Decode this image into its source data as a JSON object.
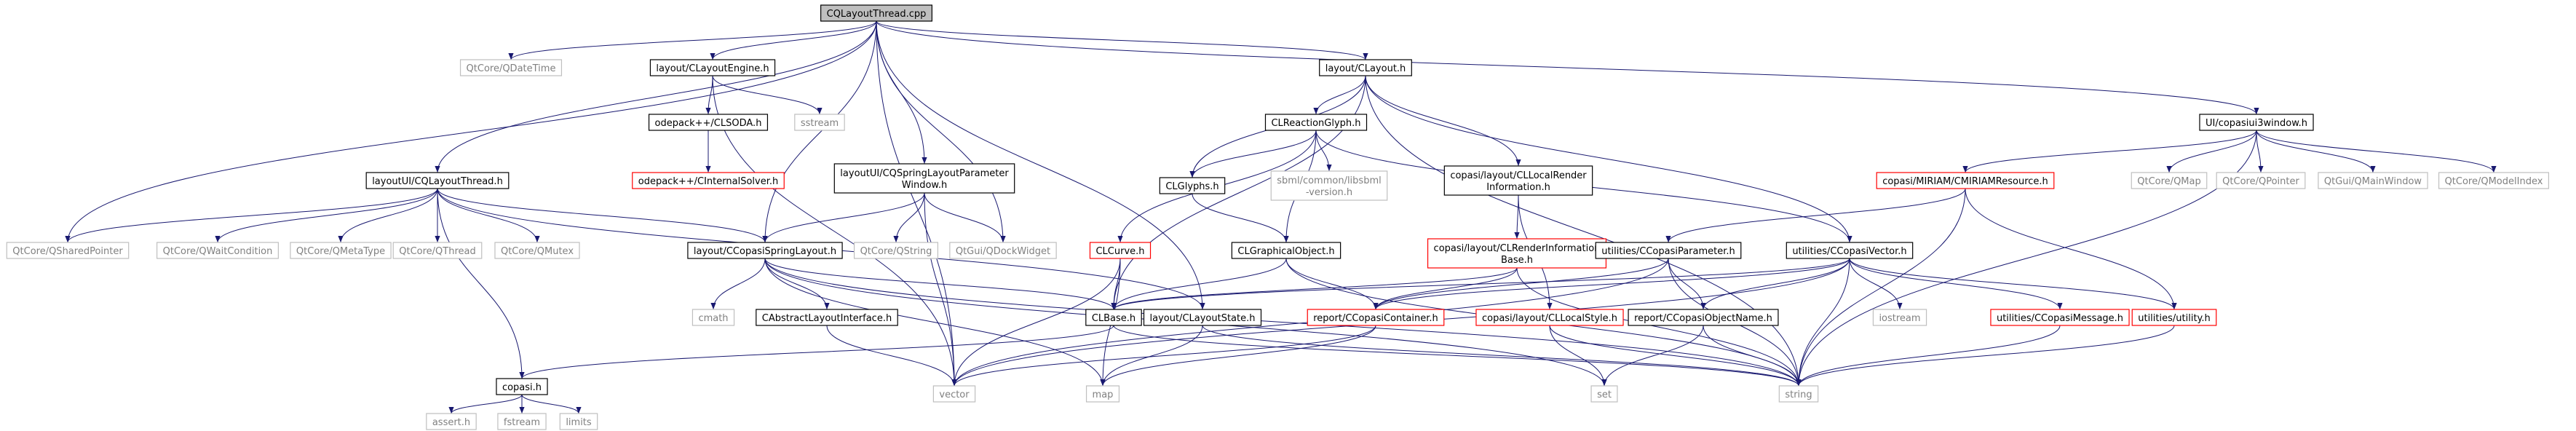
{
  "colors": {
    "edge": "#191970",
    "root_fill": "#bfbfbf",
    "root_border": "#000000",
    "local_border": "#000000",
    "system_border": "#bfbfbf",
    "missing_border": "#ff0000",
    "text": "#000000",
    "system_text": "#808080"
  },
  "nodes": [
    {
      "id": "root",
      "label": "CQLayoutThread.cpp",
      "kind": "root"
    },
    {
      "id": "qdatetime",
      "label": "QtCore/QDateTime",
      "kind": "system"
    },
    {
      "id": "clayoutengine",
      "label": "layout/CLayoutEngine.h",
      "kind": "local"
    },
    {
      "id": "clayout",
      "label": "layout/CLayout.h",
      "kind": "local"
    },
    {
      "id": "cqlayoutthread_h",
      "label": "layoutUI/CQLayoutThread.h",
      "kind": "local"
    },
    {
      "id": "clsoda",
      "label": "odepack++/CLSODA.h",
      "kind": "local"
    },
    {
      "id": "sstream",
      "label": "sstream",
      "kind": "system"
    },
    {
      "id": "cinternalsolver",
      "label": "odepack++/CInternalSolver.h",
      "kind": "missing"
    },
    {
      "id": "creactionglyph",
      "label": "CLReactionGlyph.h",
      "kind": "local"
    },
    {
      "id": "copasiui3window",
      "label": "UI/copasiui3window.h",
      "kind": "local"
    },
    {
      "id": "cqspringparamwindow",
      "label": [
        "layoutUI/CQSpringLayoutParameter",
        "Window.h"
      ],
      "kind": "local"
    },
    {
      "id": "clglyphs",
      "label": "CLGlyphs.h",
      "kind": "local"
    },
    {
      "id": "sbml_libsbml",
      "label": [
        "sbml/common/libsbml",
        "-version.h"
      ],
      "kind": "system"
    },
    {
      "id": "cllocalrenderinfo",
      "label": [
        "copasi/layout/CLLocalRender",
        "Information.h"
      ],
      "kind": "local"
    },
    {
      "id": "cmiriamresource",
      "label": "copasi/MIRIAM/CMIRIAMResource.h",
      "kind": "missing"
    },
    {
      "id": "qmap",
      "label": "QtCore/QMap",
      "kind": "system"
    },
    {
      "id": "qpointer",
      "label": "QtCore/QPointer",
      "kind": "system"
    },
    {
      "id": "qmainwindow",
      "label": "QtGui/QMainWindow",
      "kind": "system"
    },
    {
      "id": "qmodelindex",
      "label": "QtCore/QModelIndex",
      "kind": "system"
    },
    {
      "id": "qsharedpointer",
      "label": "QtCore/QSharedPointer",
      "kind": "system"
    },
    {
      "id": "qwaitcondition",
      "label": "QtCore/QWaitCondition",
      "kind": "system"
    },
    {
      "id": "qmetatype",
      "label": "QtCore/QMetaType",
      "kind": "system"
    },
    {
      "id": "qthread",
      "label": "QtCore/QThread",
      "kind": "system"
    },
    {
      "id": "qmutex",
      "label": "QtCore/QMutex",
      "kind": "system"
    },
    {
      "id": "ccopasispringlayout",
      "label": "layout/CCopasiSpringLayout.h",
      "kind": "local"
    },
    {
      "id": "qstring",
      "label": "QtCore/QString",
      "kind": "system"
    },
    {
      "id": "qdockwidget",
      "label": "QtGui/QDockWidget",
      "kind": "system"
    },
    {
      "id": "clcurve",
      "label": "CLCurve.h",
      "kind": "missing"
    },
    {
      "id": "clgraphicalobject",
      "label": "CLGraphicalObject.h",
      "kind": "local"
    },
    {
      "id": "clrenderinfobase",
      "label": [
        "copasi/layout/CLRenderInformation",
        "Base.h"
      ],
      "kind": "missing"
    },
    {
      "id": "ccopasiparameter",
      "label": "utilities/CCopasiParameter.h",
      "kind": "local"
    },
    {
      "id": "ccopasivector",
      "label": "utilities/CCopasiVector.h",
      "kind": "local"
    },
    {
      "id": "cmath",
      "label": "cmath",
      "kind": "system"
    },
    {
      "id": "cabstractlayoutinterface",
      "label": "CAbstractLayoutInterface.h",
      "kind": "local"
    },
    {
      "id": "clbase",
      "label": "CLBase.h",
      "kind": "local"
    },
    {
      "id": "clayoutstate",
      "label": "layout/CLayoutState.h",
      "kind": "local"
    },
    {
      "id": "ccopasicontainer",
      "label": "report/CCopasiContainer.h",
      "kind": "missing"
    },
    {
      "id": "cllocalstyle",
      "label": "copasi/layout/CLLocalStyle.h",
      "kind": "missing"
    },
    {
      "id": "ccopasiobjectname",
      "label": "report/CCopasiObjectName.h",
      "kind": "local"
    },
    {
      "id": "iostream",
      "label": "iostream",
      "kind": "system"
    },
    {
      "id": "ccopasimessage",
      "label": "utilities/CCopasiMessage.h",
      "kind": "missing"
    },
    {
      "id": "utility",
      "label": "utilities/utility.h",
      "kind": "missing"
    },
    {
      "id": "copasi_h",
      "label": "copasi.h",
      "kind": "local"
    },
    {
      "id": "vector",
      "label": "vector",
      "kind": "system"
    },
    {
      "id": "map",
      "label": "map",
      "kind": "system"
    },
    {
      "id": "set",
      "label": "set",
      "kind": "system"
    },
    {
      "id": "string",
      "label": "string",
      "kind": "system"
    },
    {
      "id": "assert",
      "label": "assert.h",
      "kind": "system"
    },
    {
      "id": "fstream",
      "label": "fstream",
      "kind": "system"
    },
    {
      "id": "limits",
      "label": "limits",
      "kind": "system"
    }
  ],
  "edges": [
    [
      "root",
      "qdatetime"
    ],
    [
      "root",
      "clayoutengine"
    ],
    [
      "root",
      "clayout"
    ],
    [
      "root",
      "cqlayoutthread_h"
    ],
    [
      "root",
      "cqspringparamwindow"
    ],
    [
      "root",
      "copasiui3window"
    ],
    [
      "root",
      "qsharedpointer"
    ],
    [
      "root",
      "qdockwidget"
    ],
    [
      "root",
      "ccopasispringlayout"
    ],
    [
      "root",
      "clayoutstate"
    ],
    [
      "root",
      "vector"
    ],
    [
      "clayoutengine",
      "clsoda"
    ],
    [
      "clayoutengine",
      "sstream"
    ],
    [
      "clayoutengine",
      "vector"
    ],
    [
      "clsoda",
      "cinternalsolver"
    ],
    [
      "clayout",
      "creactionglyph"
    ],
    [
      "clayout",
      "clglyphs"
    ],
    [
      "clayout",
      "cllocalrenderinfo"
    ],
    [
      "clayout",
      "ccopasivector"
    ],
    [
      "clayout",
      "clbase"
    ],
    [
      "clayout",
      "string"
    ],
    [
      "creactionglyph",
      "clglyphs"
    ],
    [
      "creactionglyph",
      "sbml_libsbml"
    ],
    [
      "creactionglyph",
      "clcurve"
    ],
    [
      "creactionglyph",
      "clgraphicalobject"
    ],
    [
      "creactionglyph",
      "ccopasivector"
    ],
    [
      "clglyphs",
      "clgraphicalobject"
    ],
    [
      "cllocalrenderinfo",
      "clrenderinfobase"
    ],
    [
      "cllocalrenderinfo",
      "cllocalstyle"
    ],
    [
      "clrenderinfobase",
      "ccopasicontainer"
    ],
    [
      "clrenderinfobase",
      "clbase"
    ],
    [
      "clrenderinfobase",
      "string"
    ],
    [
      "cllocalstyle",
      "set"
    ],
    [
      "cllocalstyle",
      "string"
    ],
    [
      "clcurve",
      "clbase"
    ],
    [
      "clcurve",
      "vector"
    ],
    [
      "clcurve",
      "map"
    ],
    [
      "clgraphicalobject",
      "clbase"
    ],
    [
      "clgraphicalobject",
      "ccopasicontainer"
    ],
    [
      "clgraphicalobject",
      "string"
    ],
    [
      "copasiui3window",
      "cmiriamresource"
    ],
    [
      "copasiui3window",
      "qmap"
    ],
    [
      "copasiui3window",
      "qpointer"
    ],
    [
      "copasiui3window",
      "qmainwindow"
    ],
    [
      "copasiui3window",
      "qmodelindex"
    ],
    [
      "copasiui3window",
      "string"
    ],
    [
      "cmiriamresource",
      "ccopasiparameter"
    ],
    [
      "cmiriamresource",
      "utility"
    ],
    [
      "cmiriamresource",
      "string"
    ],
    [
      "ccopasiparameter",
      "ccopasicontainer"
    ],
    [
      "ccopasiparameter",
      "ccopasiobjectname"
    ],
    [
      "ccopasiparameter",
      "string"
    ],
    [
      "ccopasiparameter",
      "vector"
    ],
    [
      "ccopasivector",
      "ccopasicontainer"
    ],
    [
      "ccopasivector",
      "ccopasiobjectname"
    ],
    [
      "ccopasivector",
      "iostream"
    ],
    [
      "ccopasivector",
      "ccopasimessage"
    ],
    [
      "ccopasivector",
      "utility"
    ],
    [
      "ccopasivector",
      "string"
    ],
    [
      "ccopasivector",
      "clbase"
    ],
    [
      "ccopasivector",
      "vector"
    ],
    [
      "ccopasiobjectname",
      "string"
    ],
    [
      "ccopasiobjectname",
      "set"
    ],
    [
      "ccopasicontainer",
      "map"
    ],
    [
      "ccopasicontainer",
      "vector"
    ],
    [
      "ccopasimessage",
      "string"
    ],
    [
      "utility",
      "string"
    ],
    [
      "cqlayoutthread_h",
      "qsharedpointer"
    ],
    [
      "cqlayoutthread_h",
      "qwaitcondition"
    ],
    [
      "cqlayoutthread_h",
      "qmetatype"
    ],
    [
      "cqlayoutthread_h",
      "qthread"
    ],
    [
      "cqlayoutthread_h",
      "qmutex"
    ],
    [
      "cqlayoutthread_h",
      "ccopasispringlayout"
    ],
    [
      "cqlayoutthread_h",
      "clayoutstate"
    ],
    [
      "cqlayoutthread_h",
      "copasi_h"
    ],
    [
      "cqspringparamwindow",
      "ccopasispringlayout"
    ],
    [
      "cqspringparamwindow",
      "qstring"
    ],
    [
      "cqspringparamwindow",
      "qdockwidget"
    ],
    [
      "cqspringparamwindow",
      "vector"
    ],
    [
      "ccopasispringlayout",
      "cmath"
    ],
    [
      "ccopasispringlayout",
      "cabstractlayoutinterface"
    ],
    [
      "ccopasispringlayout",
      "clbase"
    ],
    [
      "ccopasispringlayout",
      "map"
    ],
    [
      "ccopasispringlayout",
      "set"
    ],
    [
      "ccopasispringlayout",
      "string"
    ],
    [
      "cabstractlayoutinterface",
      "vector"
    ],
    [
      "clbase",
      "copasi_h"
    ],
    [
      "clbase",
      "string"
    ],
    [
      "clayoutstate",
      "map"
    ],
    [
      "clayoutstate",
      "string"
    ],
    [
      "copasi_h",
      "assert"
    ],
    [
      "copasi_h",
      "fstream"
    ],
    [
      "copasi_h",
      "limits"
    ]
  ]
}
